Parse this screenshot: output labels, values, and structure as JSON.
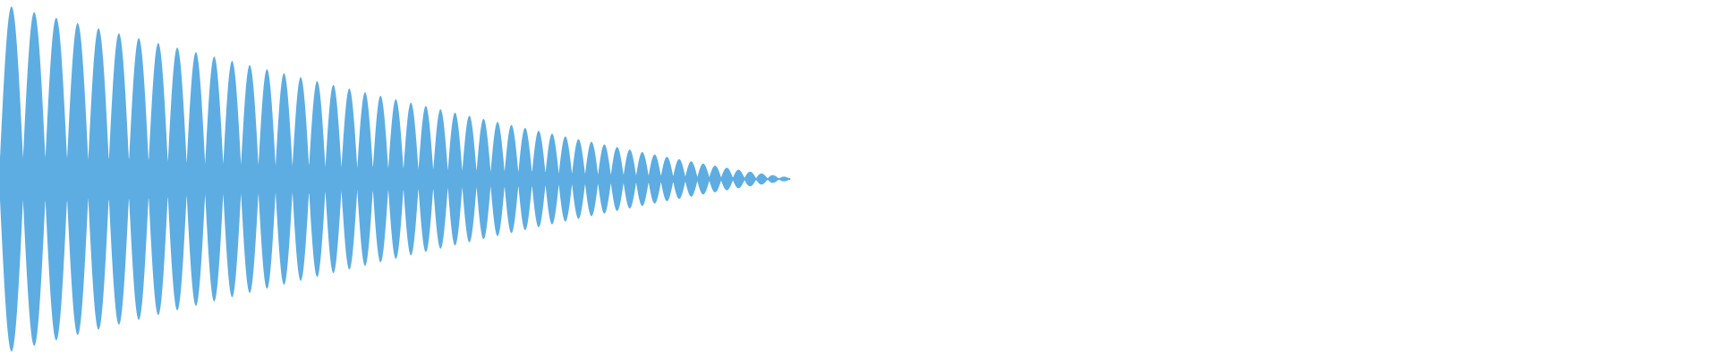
{
  "waveform": {
    "type": "audio-waveform",
    "color": "#5dade2",
    "background": "#ffffff",
    "shape": "decaying-oscillation",
    "cycles": 52,
    "start_amplitude": 1.0,
    "end_amplitude": 0.01,
    "sound_portion_of_timeline": 0.46,
    "duration_label": ""
  }
}
